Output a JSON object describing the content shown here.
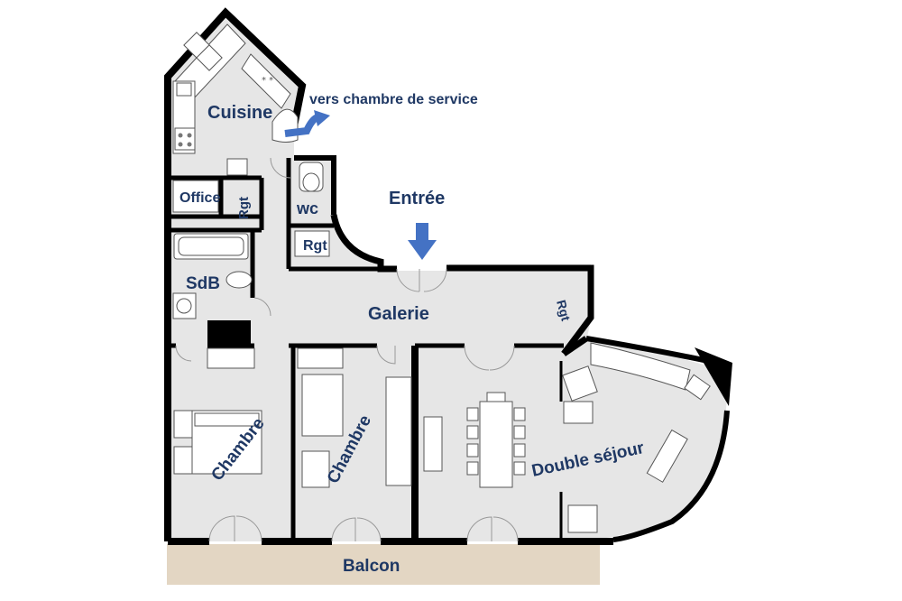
{
  "labels": {
    "cuisine": "Cuisine",
    "service": "vers chambre de service",
    "office": "Office",
    "rgt_office": "Rgt",
    "wc": "wc",
    "entree": "Entrée",
    "rgt_wc": "Rgt",
    "sdb": "SdB",
    "galerie": "Galerie",
    "rgt_galerie": "Rgt",
    "chambre_1": "Chambre",
    "chambre_2": "Chambre",
    "sejour": "Double séjour",
    "balcon": "Balcon"
  },
  "colors": {
    "label": "#1f3864",
    "floor": "#e6e6e6",
    "walls": "#000000",
    "balcony": "#e3d6c3",
    "arrow": "#4472c4"
  },
  "icons": {
    "entry_arrow": "arrow-down-icon",
    "service_arrow": "curved-arrow-icon"
  }
}
